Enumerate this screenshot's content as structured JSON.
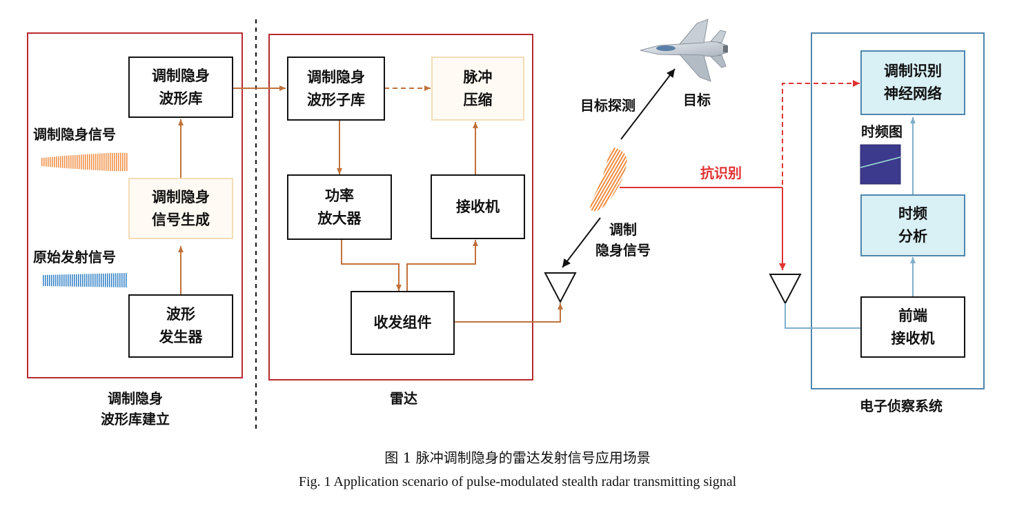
{
  "figure": {
    "caption_cn": "图 1   脉冲调制隐身的雷达发射信号应用场景",
    "caption_en": "Fig. 1   Application scenario of pulse-modulated stealth radar transmitting signal"
  },
  "panels": {
    "library": {
      "label": "调制隐身\n波形库建立"
    },
    "radar": {
      "label": "雷达"
    },
    "esm": {
      "label": "电子侦察系统"
    }
  },
  "nodes": {
    "waveform_library": "调制隐身\n波形库",
    "stealth_signal_gen": "调制隐身\n信号生成",
    "waveform_generator": "波形\n发生器",
    "waveform_sublibrary": "调制隐身\n波形子库",
    "pulse_compression": "脉冲\n压缩",
    "power_amplifier": "功率\n放大器",
    "receiver": "接收机",
    "transceiver": "收发组件",
    "recognition_nn": "调制识别\n神经网络",
    "tf_analysis": "时频\n分析",
    "frontend_receiver": "前端\n接收机"
  },
  "labels": {
    "stealth_signal": "调制隐身信号",
    "original_signal": "原始发射信号",
    "target_detection": "目标探测",
    "target": "目标",
    "anti_recognition": "抗识别",
    "stealth_signal_2": "调制\n隐身信号",
    "tf_map": "时频图"
  },
  "icons": {
    "aircraft": "fighter-jet-icon",
    "antenna_left": "antenna-icon",
    "antenna_right": "antenna-icon"
  },
  "colors": {
    "panel_red": "#b8282d",
    "panel_blue": "#4e86ad",
    "arrow_orange": "#c0703a",
    "arrow_black": "#111111",
    "arrow_red": "#e03232",
    "arrow_blue": "#7faecb",
    "signal_orange": "#f08a3c",
    "signal_blue": "#2f7fc4",
    "tf_map_bg": "#3c3a8c"
  }
}
